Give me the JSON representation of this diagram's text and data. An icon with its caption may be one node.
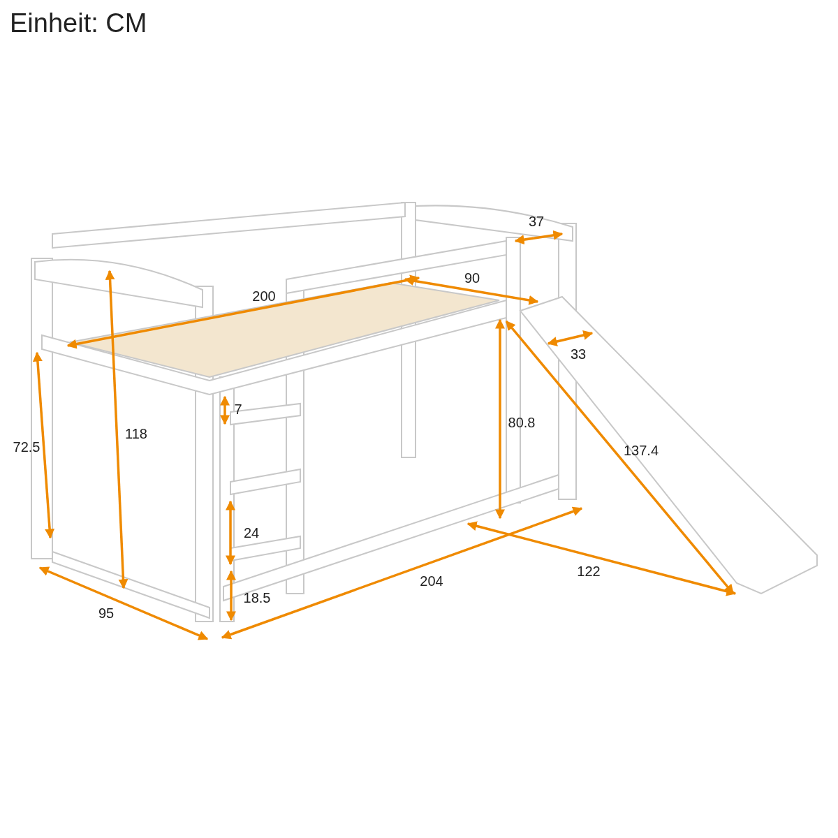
{
  "diagram": {
    "title": "Einheit: CM",
    "labels": [
      "37",
      "90",
      "200",
      "33",
      "7",
      "80.8",
      "118",
      "72.5",
      "137.4",
      "24",
      "122",
      "204",
      "18.5",
      "95"
    ]
  }
}
